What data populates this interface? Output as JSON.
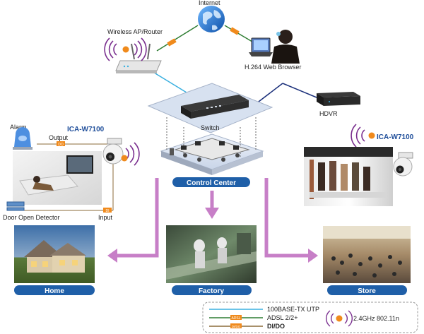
{
  "labels": {
    "internet": "Internet",
    "wireless_ap": "Wireless AP/Router",
    "web_browser": "H.264 Web Browser",
    "hdvr": "HDVR",
    "switch": "Switch",
    "control_center": "Control Center",
    "alarm": "Alarm",
    "output": "Output",
    "input": "Input",
    "door_detector": "Door Open Detector",
    "camera_home": "ICA-W7100",
    "camera_store": "ICA-W7100",
    "home": "Home",
    "factory": "Factory",
    "store": "Store"
  },
  "badges": {
    "do_badge": "DO",
    "di_badge": "DI",
    "adsl_badge": "ADSL"
  },
  "legend": {
    "utp": "100BASE-TX UTP",
    "adsl": "ADSL 2/2+",
    "dido": "DI/DO",
    "wifi": "2.4GHz 802.11n",
    "adsl_badge": "ADSL",
    "dido_badge": "DI/DO"
  },
  "colors": {
    "utp_line": "#3ab0e0",
    "adsl_line": "#2e7d32",
    "dido_line": "#8b6b3a",
    "arrow": "#c77fc7",
    "pill": "#1f5fa8",
    "title_blue": "#1f4e9a",
    "wifi_purple": "#7a2f8f",
    "badge_orange": "#f08a1c"
  }
}
